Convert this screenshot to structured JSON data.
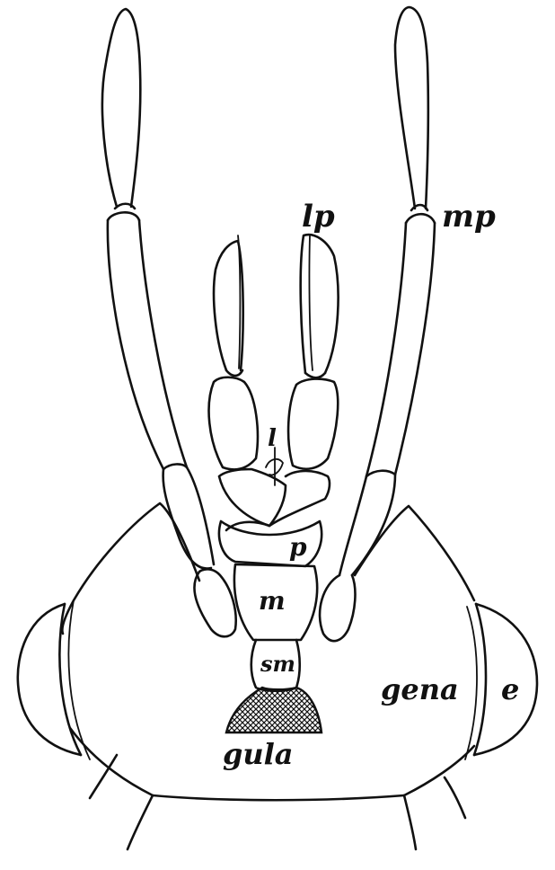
{
  "labels": {
    "lp": "lp",
    "mp": "mp",
    "l": "l",
    "p": "p",
    "m": "m",
    "sm": "sm",
    "gena": "gena",
    "e": "e",
    "gula": "gula"
  },
  "colors": {
    "ink": "#111111",
    "paper": "#ffffff"
  }
}
